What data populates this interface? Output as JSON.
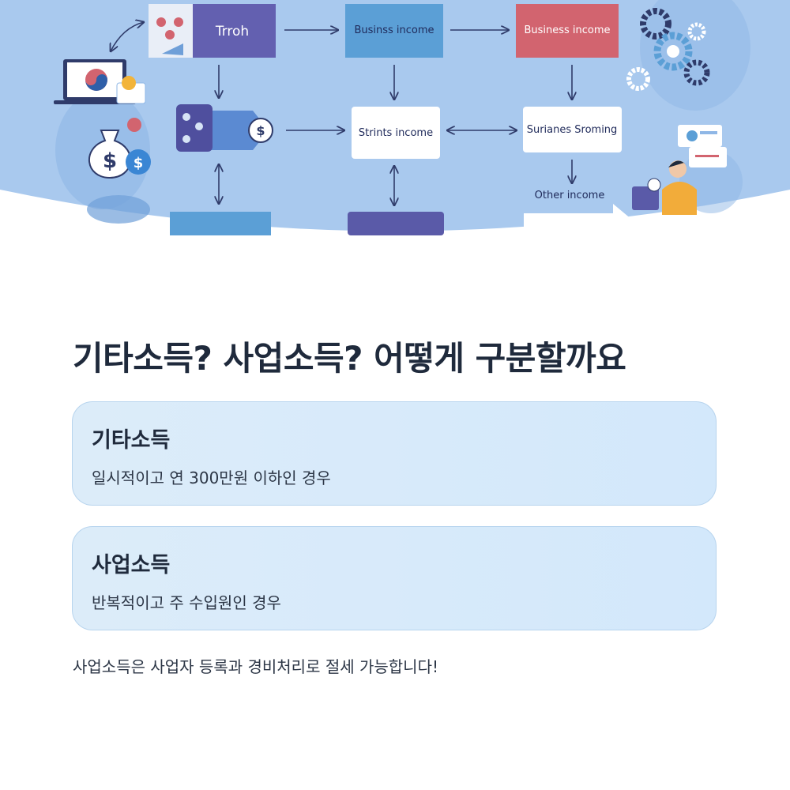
{
  "hero": {
    "nodes": {
      "trroh": "Trroh",
      "business_income_1": "Businss income",
      "business_income_2": "Business income",
      "strints_income": "Strints income",
      "surianes_iroming": "Surianes Sroming",
      "other_income": "Other income"
    },
    "icons": [
      "korea-flag-laptop-icon",
      "money-bag-icon",
      "gear-icon",
      "person-with-document-icon"
    ],
    "colors": {
      "sky": "#a9c9ee",
      "node_purple": "#6360b0",
      "node_blue": "#5b9fd6",
      "node_red": "#d2646f",
      "node_white": "#ffffff",
      "arrow": "#2f3b6a"
    }
  },
  "headline": "기타소득? 사업소득? 어떻게 구분할까요",
  "cards": [
    {
      "title": "기타소득",
      "description": "일시적이고 연 300만원 이하인 경우"
    },
    {
      "title": "사업소득",
      "description": "반복적이고 주 수입원인 경우"
    }
  ],
  "footer_note": "사업소득은 사업자 등록과 경비처리로 절세 가능합니다!"
}
